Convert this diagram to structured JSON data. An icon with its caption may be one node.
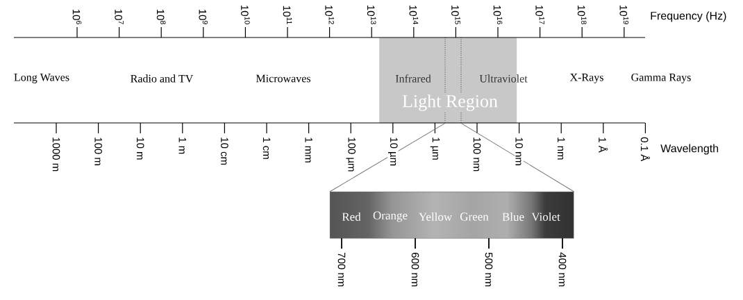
{
  "diagram": {
    "nodes": [
      {
        "text": [
          "Light Region"
        ]
      },
      {
        "text": [
          "Red",
          "Orange",
          "Yellow",
          "Green",
          "Blue",
          "Violet"
        ]
      }
    ],
    "edges": [
      {
        "from": 0,
        "to": 1,
        "arrow": "none"
      },
      {
        "from": 0,
        "to": 1,
        "arrow": "none"
      }
    ],
    "labels": [
      "10$^{6}$",
      "10$^{7}$",
      "10$^{8}$",
      "10$^{9}$",
      "10$^{10}$",
      "10$^{11}$",
      "10$^{12}$",
      "10$^{13}$",
      "10$^{14}$",
      "10$^{15}$",
      "10$^{16}$",
      "10$^{17}$",
      "10$^{18}$",
      "10$^{19}$",
      "Frequency (Hz)",
      "Long Waves",
      "Radio and TV",
      "Microwaves",
      "Infrared",
      "Ultraviolet",
      "X-Rays",
      "Gamma Rays",
      "1000 m",
      "100 m",
      "10 m",
      "1 m",
      "10 cm",
      "1 cm",
      "1 mm",
      "100 µm",
      "10 µm",
      "1 µm",
      "100 nm",
      "10 nm",
      "1 nm",
      "1 Å",
      "0.1 Å",
      "Wavelength",
      "700 nm",
      "600 nm",
      "500 nm",
      "400 nm"
    ]
  }
}
